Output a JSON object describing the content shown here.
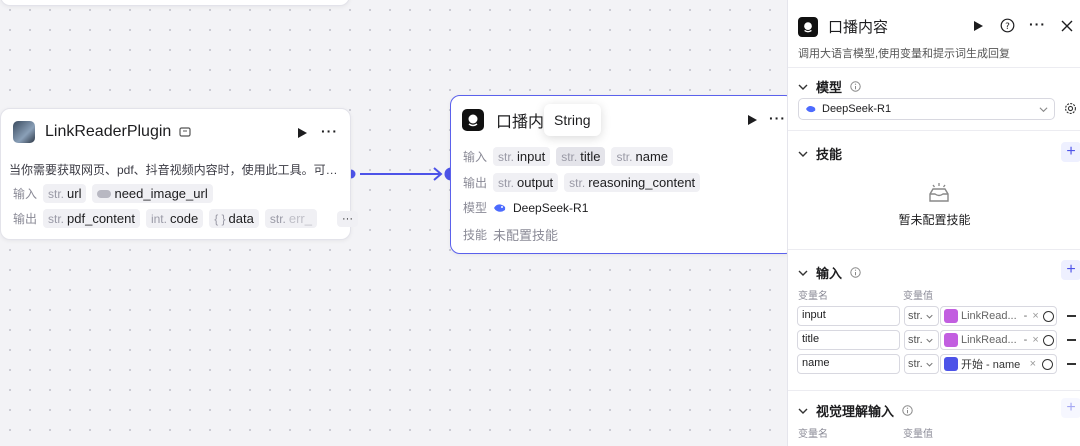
{
  "plugin_node": {
    "title": "LinkReaderPlugin",
    "description": "当你需要获取网页、pdf、抖音视频内容时，使用此工具。可…",
    "input_label": "输入",
    "output_label": "输出",
    "inputs": [
      {
        "type": "str.",
        "name": "url"
      },
      {
        "type": "",
        "name": "need_image_url"
      }
    ],
    "outputs": [
      {
        "type": "str.",
        "name": "pdf_content"
      },
      {
        "type": "int.",
        "name": "code"
      },
      {
        "type": "{ }",
        "name": "data"
      },
      {
        "type": "str.",
        "name": "err_"
      }
    ],
    "more": "···"
  },
  "llm_node": {
    "title": "口播内容",
    "input_label": "输入",
    "output_label": "输出",
    "model_label": "模型",
    "skill_label": "技能",
    "inputs": [
      {
        "type": "str.",
        "name": "input"
      },
      {
        "type": "str.",
        "name": "title"
      },
      {
        "type": "str.",
        "name": "name"
      }
    ],
    "outputs": [
      {
        "type": "str.",
        "name": "output"
      },
      {
        "type": "str.",
        "name": "reasoning_content"
      }
    ],
    "model": "DeepSeek-R1",
    "skill_value": "未配置技能",
    "more": "···"
  },
  "tooltip": {
    "text": "String"
  },
  "panel": {
    "title": "口播内容",
    "subtitle": "调用大语言模型,使用变量和提示词生成回复",
    "more": "···",
    "model_section": {
      "title": "模型",
      "value": "DeepSeek-R1"
    },
    "skill_section": {
      "title": "技能",
      "empty_text": "暂未配置技能"
    },
    "input_section": {
      "title": "输入",
      "col_name": "变量名",
      "col_value": "变量值",
      "rows": [
        {
          "name": "input",
          "type": "str.",
          "value": "LinkRead...",
          "suffix": "-"
        },
        {
          "name": "title",
          "type": "str.",
          "value": "LinkRead...",
          "suffix": "-"
        },
        {
          "name": "name",
          "type": "str.",
          "value": "开始 - name",
          "suffix": ""
        }
      ]
    },
    "vision_section": {
      "title": "视觉理解输入",
      "col_name": "变量名",
      "col_value": "变量值"
    }
  },
  "colors": {
    "accent": "#4d53e8",
    "plugin": "#c25ee0",
    "deepseek": "#4d6bfe"
  }
}
